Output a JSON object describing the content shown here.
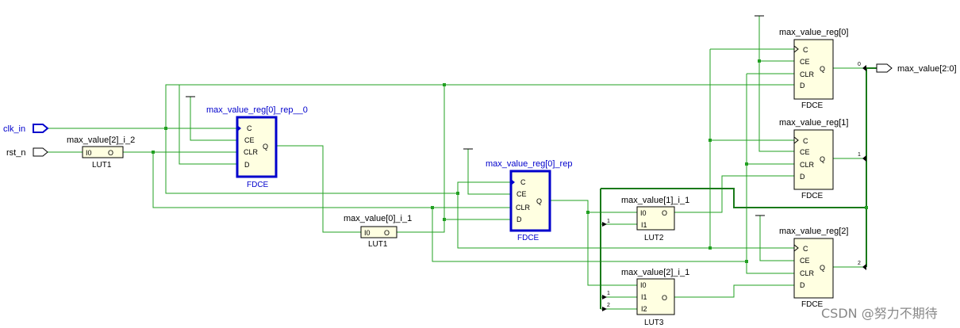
{
  "ports": {
    "clk": "clk_in",
    "rst": "rst_n",
    "out": "max_value[2:0]"
  },
  "cells": {
    "lut_i2": {
      "name": "max_value[2]_i_2",
      "type": "LUT1",
      "i0": "I0",
      "o": "O"
    },
    "lut_i1_0": {
      "name": "max_value[0]_i_1",
      "type": "LUT1",
      "i0": "I0",
      "o": "O"
    },
    "ff_rep0": {
      "name": "max_value_reg[0]_rep__0",
      "type": "FDCE",
      "c": "C",
      "ce": "CE",
      "clr": "CLR",
      "d": "D",
      "q": "Q"
    },
    "ff_rep": {
      "name": "max_value_reg[0]_rep",
      "type": "FDCE",
      "c": "C",
      "ce": "CE",
      "clr": "CLR",
      "d": "D",
      "q": "Q"
    },
    "lut2": {
      "name": "max_value[1]_i_1",
      "type": "LUT2",
      "i0": "I0",
      "i1": "I1",
      "o": "O",
      "c1": "1"
    },
    "lut3": {
      "name": "max_value[2]_i_1",
      "type": "LUT3",
      "i0": "I0",
      "i1": "I1",
      "i2": "I2",
      "o": "O",
      "c1": "1",
      "c2": "2"
    },
    "ff0": {
      "name": "max_value_reg[0]",
      "type": "FDCE",
      "c": "C",
      "ce": "CE",
      "clr": "CLR",
      "d": "D",
      "q": "Q"
    },
    "ff1": {
      "name": "max_value_reg[1]",
      "type": "FDCE",
      "c": "C",
      "ce": "CE",
      "clr": "CLR",
      "d": "D",
      "q": "Q"
    },
    "ff2": {
      "name": "max_value_reg[2]",
      "type": "FDCE",
      "c": "C",
      "ce": "CE",
      "clr": "CLR",
      "d": "D",
      "q": "Q"
    }
  },
  "bus_bits": {
    "b0": "0",
    "b1": "1",
    "b2": "2"
  },
  "watermark": "CSDN @努力不期待",
  "colors": {
    "wire": "#22a022",
    "bus": "#1a7a1a",
    "selected": "#0000cc",
    "cell_fill": "#ffffe1"
  }
}
